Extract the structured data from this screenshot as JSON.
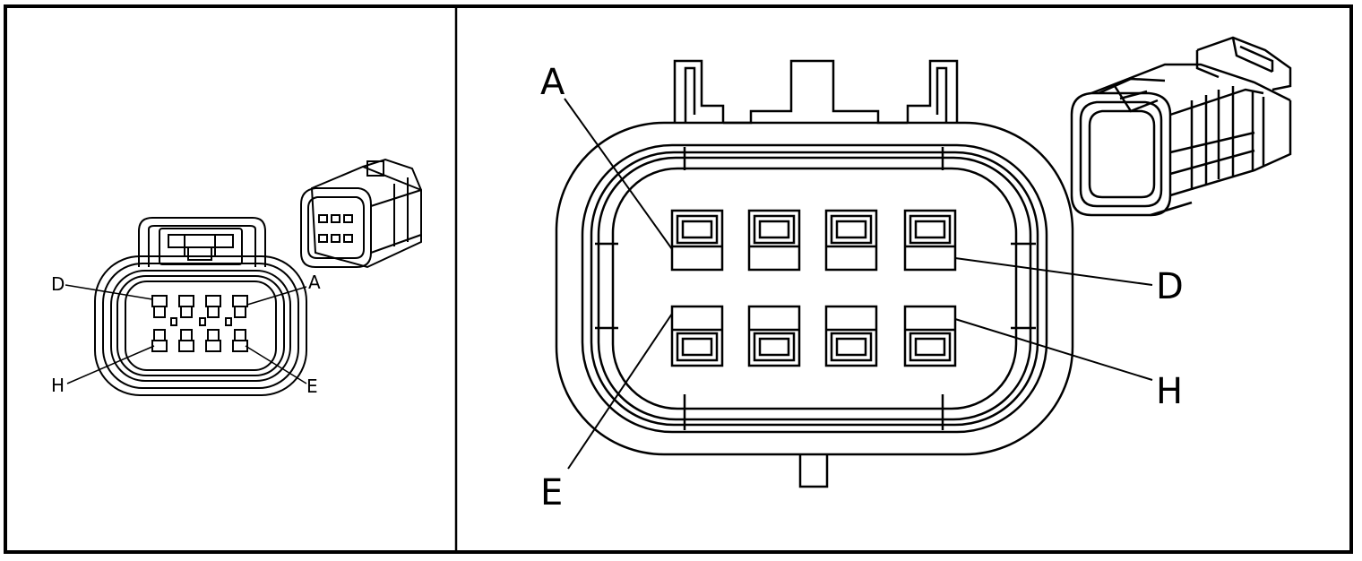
{
  "left_panel": {
    "labels": {
      "a": "A",
      "d": "D",
      "e": "E",
      "h": "H"
    }
  },
  "right_panel": {
    "labels": {
      "a": "A",
      "d": "D",
      "e": "E",
      "h": "H"
    }
  }
}
